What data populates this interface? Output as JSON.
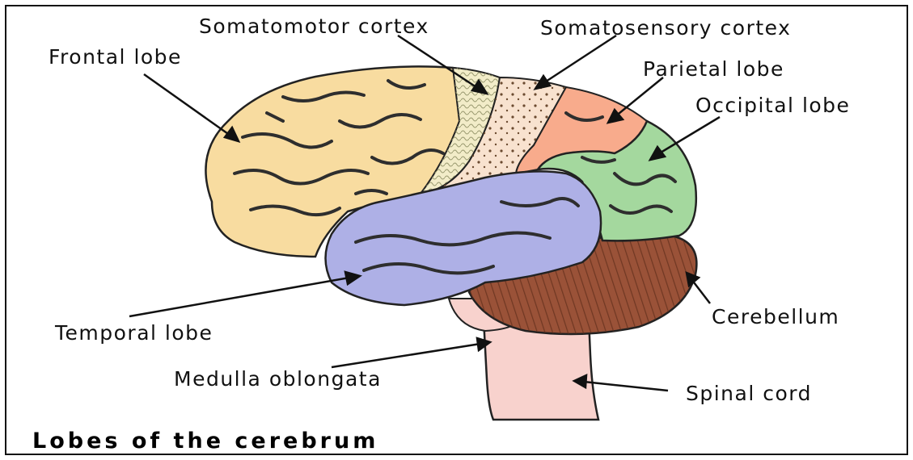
{
  "diagram": {
    "title": "Lobes of the cerebrum",
    "labels": {
      "somatomotor_cortex": "Somatomotor cortex",
      "somatosensory_cortex": "Somatosensory cortex",
      "frontal_lobe": "Frontal lobe",
      "parietal_lobe": "Parietal lobe",
      "occipital_lobe": "Occipital lobe",
      "temporal_lobe": "Temporal lobe",
      "cerebellum": "Cerebellum",
      "medulla_oblongata": "Medulla oblongata",
      "spinal_cord": "Spinal cord"
    },
    "colors": {
      "frontal_lobe": "#f8dca0",
      "somatomotor_cortex": "#f2ecc8",
      "somatosensory_cortex": "#f8e2cf",
      "parietal_lobe": "#f8ab8c",
      "occipital_lobe": "#a4d89e",
      "temporal_lobe": "#aeb0e6",
      "cerebellum": "#9a5238",
      "brainstem": "#f8d2cd",
      "outline": "#222222"
    }
  }
}
